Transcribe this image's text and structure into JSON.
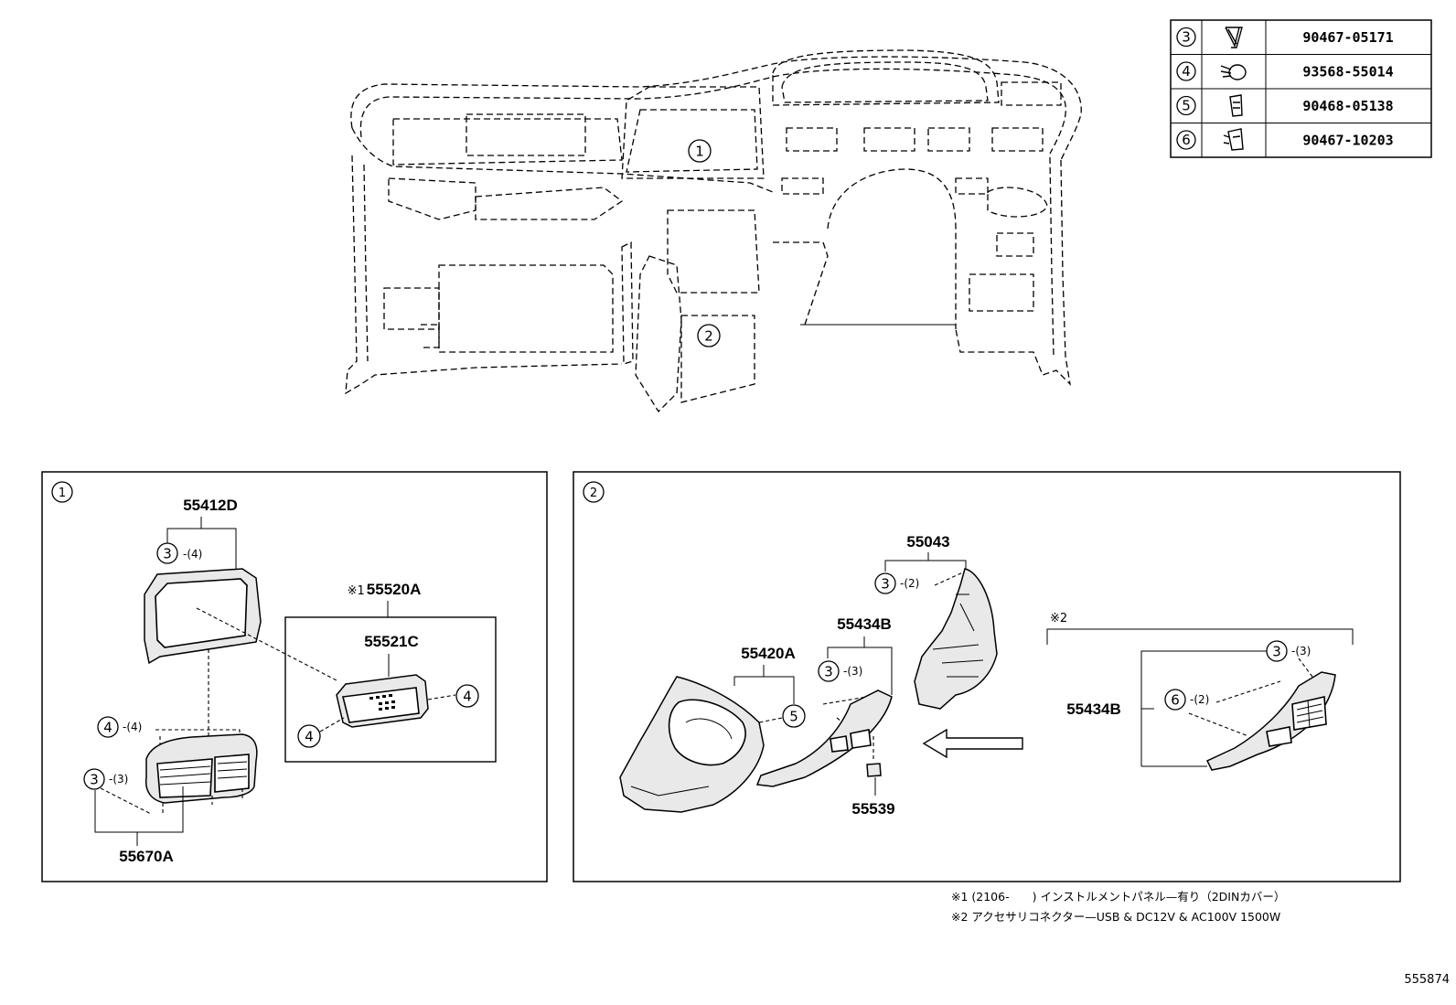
{
  "fastener_table": [
    {
      "ref": "3",
      "part_no": "90467-05171",
      "icon": "clip-icon"
    },
    {
      "ref": "4",
      "part_no": "93568-55014",
      "icon": "screw-icon"
    },
    {
      "ref": "5",
      "part_no": "90468-05138",
      "icon": "clip-icon"
    },
    {
      "ref": "6",
      "part_no": "90467-10203",
      "icon": "clip-icon"
    }
  ],
  "overview": {
    "callout1": "1",
    "callout2": "2"
  },
  "panel1": {
    "index": "1",
    "parts": {
      "p55412D": "55412D",
      "p55520A": "55520A",
      "p55520A_note_mark": "※1",
      "p55521C": "55521C",
      "p55670A": "55670A"
    },
    "callouts": {
      "c3_top": "3",
      "c3_top_qty": "-(4)",
      "c4_left": "4",
      "c4_left_qty": "-(4)",
      "c3_bottom": "3",
      "c3_bottom_qty": "-(3)",
      "c4_box_right": "4",
      "c4_box_left": "4"
    }
  },
  "panel2": {
    "index": "2",
    "parts": {
      "p55043": "55043",
      "p55434B_mid": "55434B",
      "p55420A": "55420A",
      "p55539": "55539",
      "p55434B_right": "55434B",
      "note_mark": "※2"
    },
    "callouts": {
      "c3_55043": "3",
      "c3_55043_qty": "-(2)",
      "c3_55434B": "3",
      "c3_55434B_qty": "-(3)",
      "c5_55420A": "5",
      "c3_right": "3",
      "c3_right_qty": "-(3)",
      "c6_right": "6",
      "c6_right_qty": "-(2)"
    }
  },
  "footnotes": {
    "note1": "※1 (2106-　　) インストルメントパネル—有り（2DINカバー）",
    "note2": "※2 アクセサリコネクター—USB & DC12V & AC100V 1500W"
  },
  "illustration_id": "555874"
}
